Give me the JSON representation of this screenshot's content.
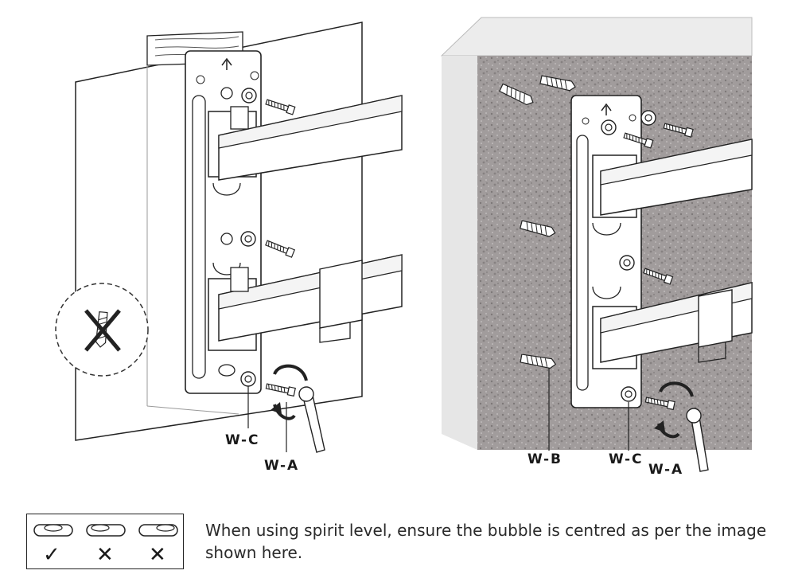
{
  "labels": {
    "left_washer": "W-C",
    "left_screw": "W-A",
    "right_anchor": "W-B",
    "right_washer": "W-C",
    "right_screw": "W-A"
  },
  "level_guide": {
    "marks": [
      "✓",
      "✕",
      "✕"
    ]
  },
  "note": "When using spirit level, ensure the bubble is centred as per the image shown here.",
  "colors": {
    "line": "#222222",
    "concrete": "#9a9595",
    "wall_edge": "#e6e6e6"
  }
}
